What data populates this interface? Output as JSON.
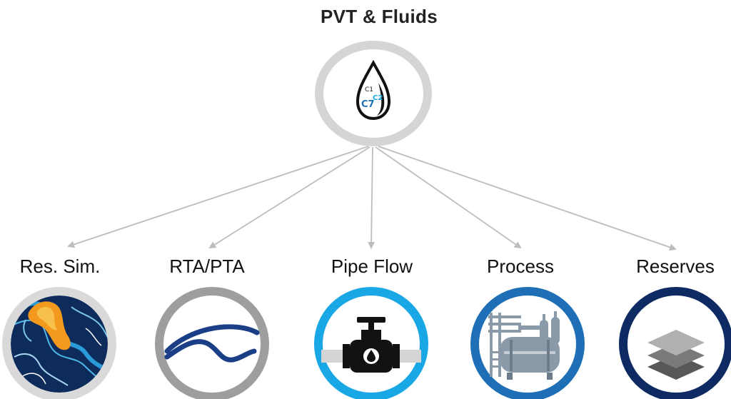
{
  "diagram": {
    "root": {
      "label": "PVT & Fluids",
      "icon": "oil-drop-icon",
      "icon_text": [
        "C1",
        "C7",
        "C2"
      ],
      "ring_color": "#d5d5d5"
    },
    "connector_color": "#bdbdbd",
    "children": [
      {
        "label": "Res. Sim.",
        "icon": "contour-map-icon",
        "ring_color": "#d9d9d9"
      },
      {
        "label": "RTA/PTA",
        "icon": "decline-curve-icon",
        "ring_color": "#9e9e9e"
      },
      {
        "label": "Pipe Flow",
        "icon": "pipe-valve-icon",
        "ring_color": "#1aa7e6"
      },
      {
        "label": "Process",
        "icon": "process-plant-icon",
        "ring_color": "#1e6fb5"
      },
      {
        "label": "Reserves",
        "icon": "stacked-layers-icon",
        "ring_color": "#0e2a63"
      }
    ]
  }
}
